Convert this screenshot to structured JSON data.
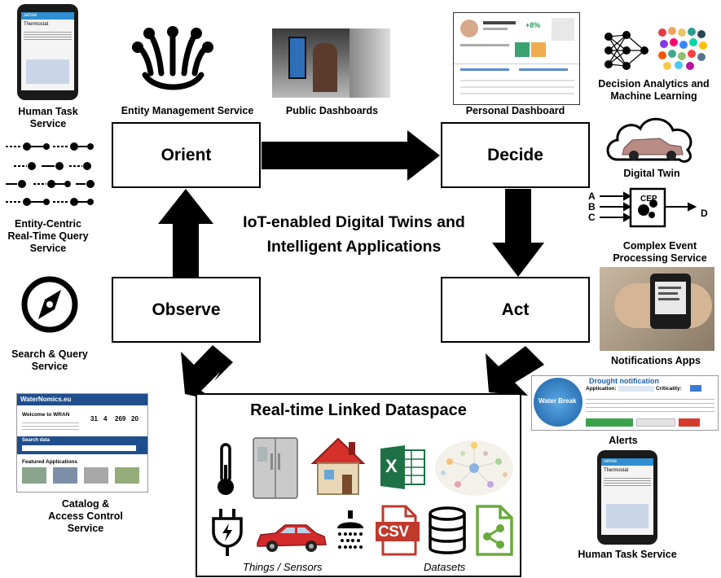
{
  "center_title": {
    "line1": "IoT-enabled Digital Twins and",
    "line2": "Intelligent Applications"
  },
  "loop": {
    "orient": "Orient",
    "decide": "Decide",
    "act": "Act",
    "observe": "Observe"
  },
  "captions": {
    "human_task_top": {
      "line1": "Human Task",
      "line2": "Service"
    },
    "entity_management": "Entity Management Service",
    "public_dashboards": "Public Dashboards",
    "personal_dashboard": "Personal Dashboard",
    "decision_analytics": {
      "line1": "Decision Analytics and",
      "line2": "Machine Learning"
    },
    "digital_twin": "Digital Twin",
    "cep": {
      "line1": "Complex Event",
      "line2": "Processing Service"
    },
    "entity_centric": {
      "line1": "Entity-Centric",
      "line2": "Real-Time Query",
      "line3": "Service"
    },
    "search_query": {
      "line1": "Search & Query",
      "line2": "Service"
    },
    "notifications": "Notifications Apps",
    "alerts": "Alerts",
    "catalog": {
      "line1": "Catalog &",
      "line2": "Access Control",
      "line3": "Service"
    },
    "human_task_bottom": "Human Task Service"
  },
  "dataspace": {
    "title": "Real-time Linked Dataspace",
    "things_label": "Things / Sensors",
    "datasets_label": "Datasets"
  },
  "cep_diagram": {
    "inputs": [
      "A",
      "B",
      "C"
    ],
    "output": "D",
    "engine": "CEP"
  },
  "phone": {
    "brand": "sense",
    "app": "Thermostat"
  },
  "alert": {
    "title": "Drought notification",
    "app_label": "Application:",
    "crit_label": "Criticality:",
    "logo": "Water Break"
  },
  "catalog_shot": {
    "site": "WaterNomics.eu",
    "welcome": "Welcome to WRAN",
    "stats": [
      "31",
      "4",
      "269",
      "20"
    ],
    "search": "Search data",
    "featured": "Featured Applications"
  },
  "personal_dash": {
    "percent": "+8%"
  },
  "icons": {
    "csv": "CSV",
    "excel": "X"
  },
  "colors": {
    "arrow": "#000000",
    "excel": "#1e7145",
    "csv": "#c0392b",
    "share": "#6aaa3a",
    "house_roof": "#d6302a",
    "car": "#d42a2a"
  }
}
